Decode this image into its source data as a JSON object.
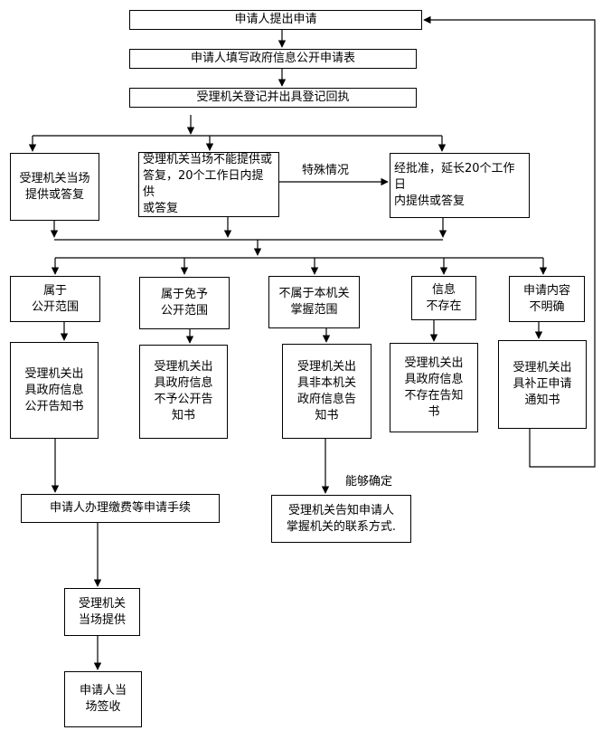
{
  "nodes": {
    "apply": "申请人提出申请",
    "fill_form": "申请人填写政府信息公开申请表",
    "register": "受理机关登记并出具登记回执",
    "on_spot": "受理机关当场\n提供或答复",
    "within_20": "受理机关当场不能提供或\n答复，20个工作日内提供\n或答复",
    "extend_20": "经批准，延长20个工作日\n内提供或答复",
    "cat_public": "属于\n公开范围",
    "cat_exempt": "属于免予\n公开范围",
    "cat_not_held": "不属于本机关\n掌握范围",
    "cat_not_exist": "信息\n不存在",
    "cat_unclear": "申请内容\n不明确",
    "notice_public": "受理机关出\n具政府信息\n公开告知书",
    "notice_exempt": "受理机关出\n具政府信息\n不予公开告\n知书",
    "notice_not_held": "受理机关出\n具非本机关\n政府信息告\n知书",
    "notice_not_exist": "受理机关出\n具政府信息\n不存在告知\n书",
    "notice_correct": "受理机关出\n具补正申请\n通知书",
    "procedures": "申请人办理缴费等申请手续",
    "inform_contact": "受理机关告知申请人\n掌握机关的联系方式.",
    "provide_spot": "受理机关\n当场提供",
    "sign_spot": "申请人当\n场签收"
  },
  "labels": {
    "special": "特殊情况",
    "can_determine": "能够确定"
  }
}
